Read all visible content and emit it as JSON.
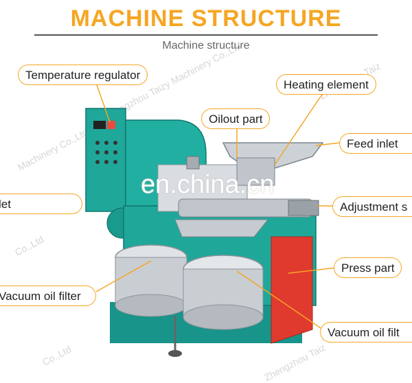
{
  "header": {
    "title": "MACHINE STRUCTURE",
    "subtitle": "Machine structure"
  },
  "labels": {
    "temperature_regulator": "Temperature regulator",
    "heating_element": "Heating element",
    "oilout_part": "Oilout part",
    "feed_inlet": "Feed inlet",
    "left_partial": "let",
    "adjustment": "Adjustment s",
    "press_part": "Press part",
    "vacuum_filter_left": "Vacuum oil filter",
    "vacuum_filter_right": "Vacuum oil filt"
  },
  "watermarks": {
    "center": "en.china.cn",
    "brand_1": "Zhengzhou Taizy Machinery Co.,Ltd",
    "brand_2": "Machinery Co.,Ltd",
    "brand_3": "Zhengzhou Taiz",
    "brand_4": "Co.,Ltd"
  },
  "colors": {
    "accent": "#F5A623",
    "machine_teal": "#1FA79A",
    "machine_red": "#E03A2F",
    "steel": "#C9CED3"
  }
}
